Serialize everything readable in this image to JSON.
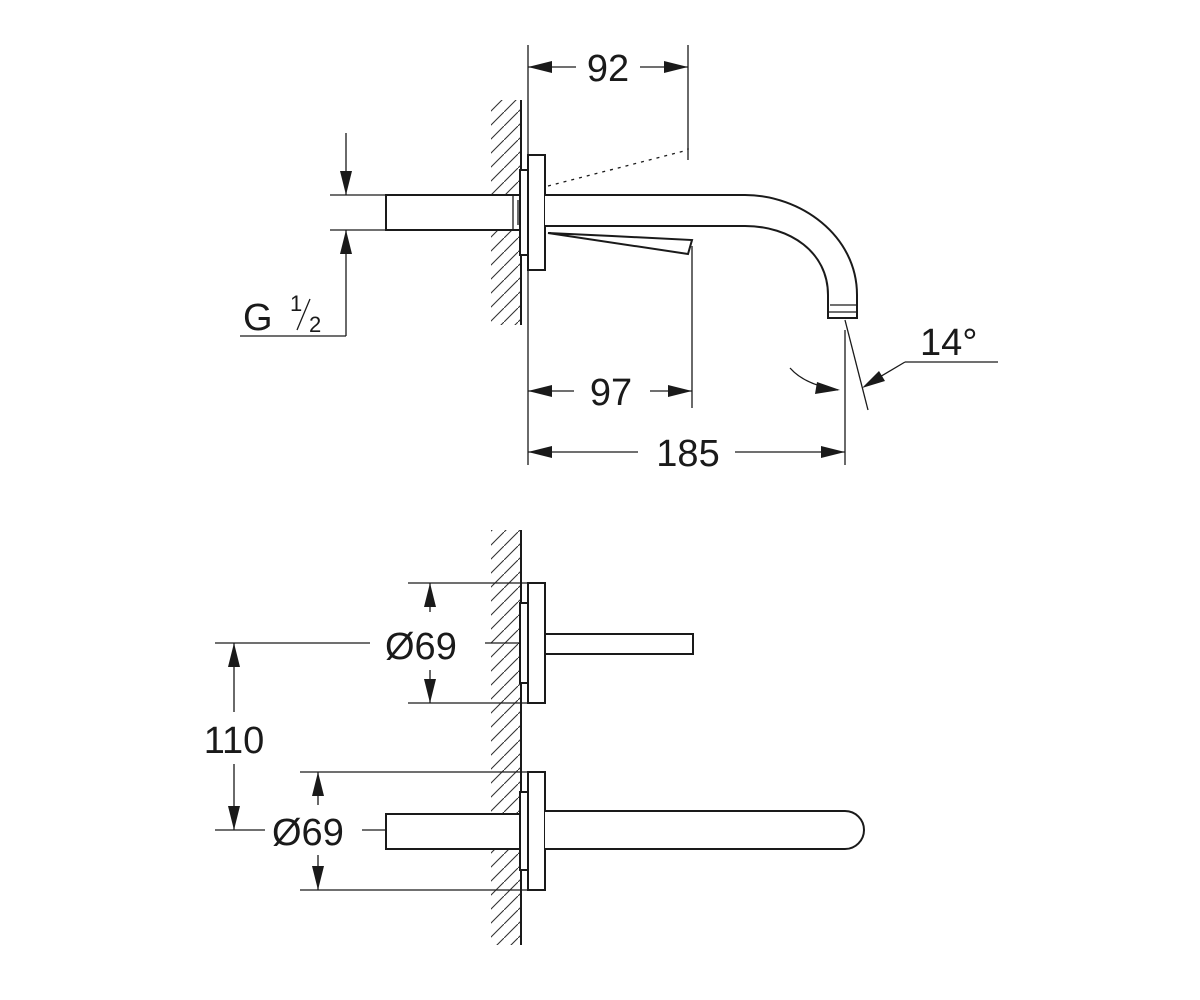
{
  "side_view": {
    "dim_projection": "92",
    "dim_plate_to_lever": "97",
    "dim_spout_reach": "185",
    "dim_outlet_angle": "14°",
    "thread_letter": "G",
    "thread_numerator": "1",
    "thread_denominator": "2"
  },
  "top_view": {
    "dim_upper_rosette": "Ø69",
    "dim_lower_rosette": "Ø69",
    "dim_center_distance": "110"
  },
  "colors": {
    "line": "#1a1a1a",
    "background": "#ffffff"
  }
}
